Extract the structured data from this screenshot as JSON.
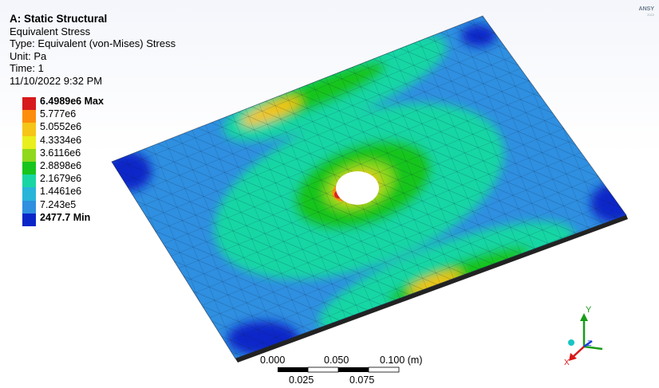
{
  "header": {
    "title": "A: Static Structural",
    "result_name": "Equivalent Stress",
    "type_line": "Type: Equivalent (von-Mises) Stress",
    "unit_line": "Unit: Pa",
    "time_line": "Time: 1",
    "timestamp": "11/10/2022 9:32 PM"
  },
  "legend": {
    "items": [
      {
        "label": "6.4989e6 Max",
        "color": "#d7191c"
      },
      {
        "label": "5.777e6",
        "color": "#fd8d0d"
      },
      {
        "label": "5.0552e6",
        "color": "#f5c518"
      },
      {
        "label": "4.3334e6",
        "color": "#e9ef1c"
      },
      {
        "label": "3.6116e6",
        "color": "#8fd81c"
      },
      {
        "label": "2.8898e6",
        "color": "#18c51c"
      },
      {
        "label": "2.1679e6",
        "color": "#18d6a4"
      },
      {
        "label": "1.4461e6",
        "color": "#27b5d9"
      },
      {
        "label": "7.243e5",
        "color": "#2f8fe0"
      },
      {
        "label": "2477.7 Min",
        "color": "#0a26c9"
      }
    ]
  },
  "brand": {
    "text": "ANSY",
    "sub": "2022"
  },
  "scale_bar": {
    "top_labels": [
      "0.000",
      "0.050",
      "0.100 (m)"
    ],
    "bottom_labels": [
      "0.025",
      "0.075"
    ]
  },
  "triad": {
    "y_label": "Y",
    "z_label": "Z",
    "x_label": "X"
  },
  "colors": {
    "plate_base": "#2f8fe0",
    "mesh_line": "#0d1f3c",
    "edge": "#1a1a1a"
  }
}
